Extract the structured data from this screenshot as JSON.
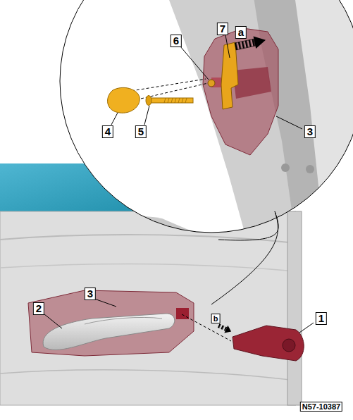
{
  "diagram": {
    "labels": [
      "7",
      "6",
      "a",
      "4",
      "5",
      "3",
      "2",
      "3",
      "b",
      "1",
      "N57-10387"
    ]
  }
}
